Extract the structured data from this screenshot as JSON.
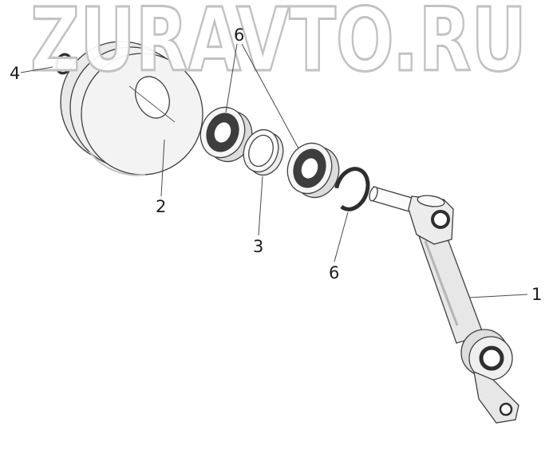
{
  "watermark": "ZURAVTO.RU",
  "labels": {
    "part1": "1",
    "part2": "2",
    "part3": "3",
    "part4": "4",
    "part6_top": "6",
    "part6_bottom": "6"
  },
  "colors": {
    "background": "#ffffff",
    "line": "#3f3f3f",
    "watermark_stroke": "#c2c2c2",
    "fill_light": "#efefef",
    "fill_mid": "#dedede",
    "bearing_dark": "#3d3d3d"
  }
}
